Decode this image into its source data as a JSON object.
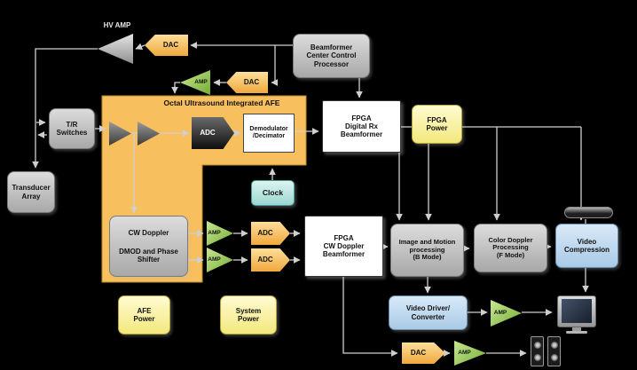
{
  "palette": {
    "background": "#000000",
    "gray_box": "#bfbfbf",
    "afe_region": "#f8bf5e",
    "power_yellow": "#f3e87c",
    "clock_teal": "#aee3dd",
    "video_blue": "#bdd7ee",
    "amp_green": "#8dc63f",
    "converter_orange": "#f5b94f",
    "fpga_white": "#ffffff",
    "connector": "#cfcfcf"
  },
  "icons": {
    "tv": "tv-icon",
    "speakers": "speakers-icon",
    "media_device": "media-device-icon"
  },
  "nodes": {
    "hv_amp": "HV AMP",
    "dac_tx": "DAC",
    "beamformer_ccp": "Beamformer Center Control Processor",
    "amp_tx": "AMP",
    "dac_cw": "DAC",
    "afe_title": "Octal Ultrasound Integrated AFE",
    "tr_switches": "T/R Switches",
    "transducer_array": "Transducer Array",
    "adc_main": "ADC",
    "demodulator": "Demodulator /Decimator",
    "fpga_rx": {
      "line1": "FPGA",
      "line2": "Digital Rx Beamformer"
    },
    "fpga_power": "FPGA Power",
    "clock": "Clock",
    "cw_doppler": {
      "line1": "CW Doppler",
      "line2": "DMOD and Phase Shifter"
    },
    "amp_cw1": "AMP",
    "amp_cw2": "AMP",
    "adc_cw1": "ADC",
    "adc_cw2": "ADC",
    "fpga_cw": {
      "line1": "FPGA",
      "line2": "CW Doppler Beamformer"
    },
    "image_motion": {
      "line1": "Image and Motion processing",
      "line2": "(B Mode)"
    },
    "color_doppler": {
      "line1": "Color Doppler Processing",
      "line2": "(F Mode)"
    },
    "video_compression": "Video Compression",
    "video_driver": "Video Driver/ Converter",
    "amp_video": "AMP",
    "afe_power": "AFE Power",
    "system_power": "System Power",
    "dac_audio": "DAC",
    "amp_audio": "AMP"
  }
}
